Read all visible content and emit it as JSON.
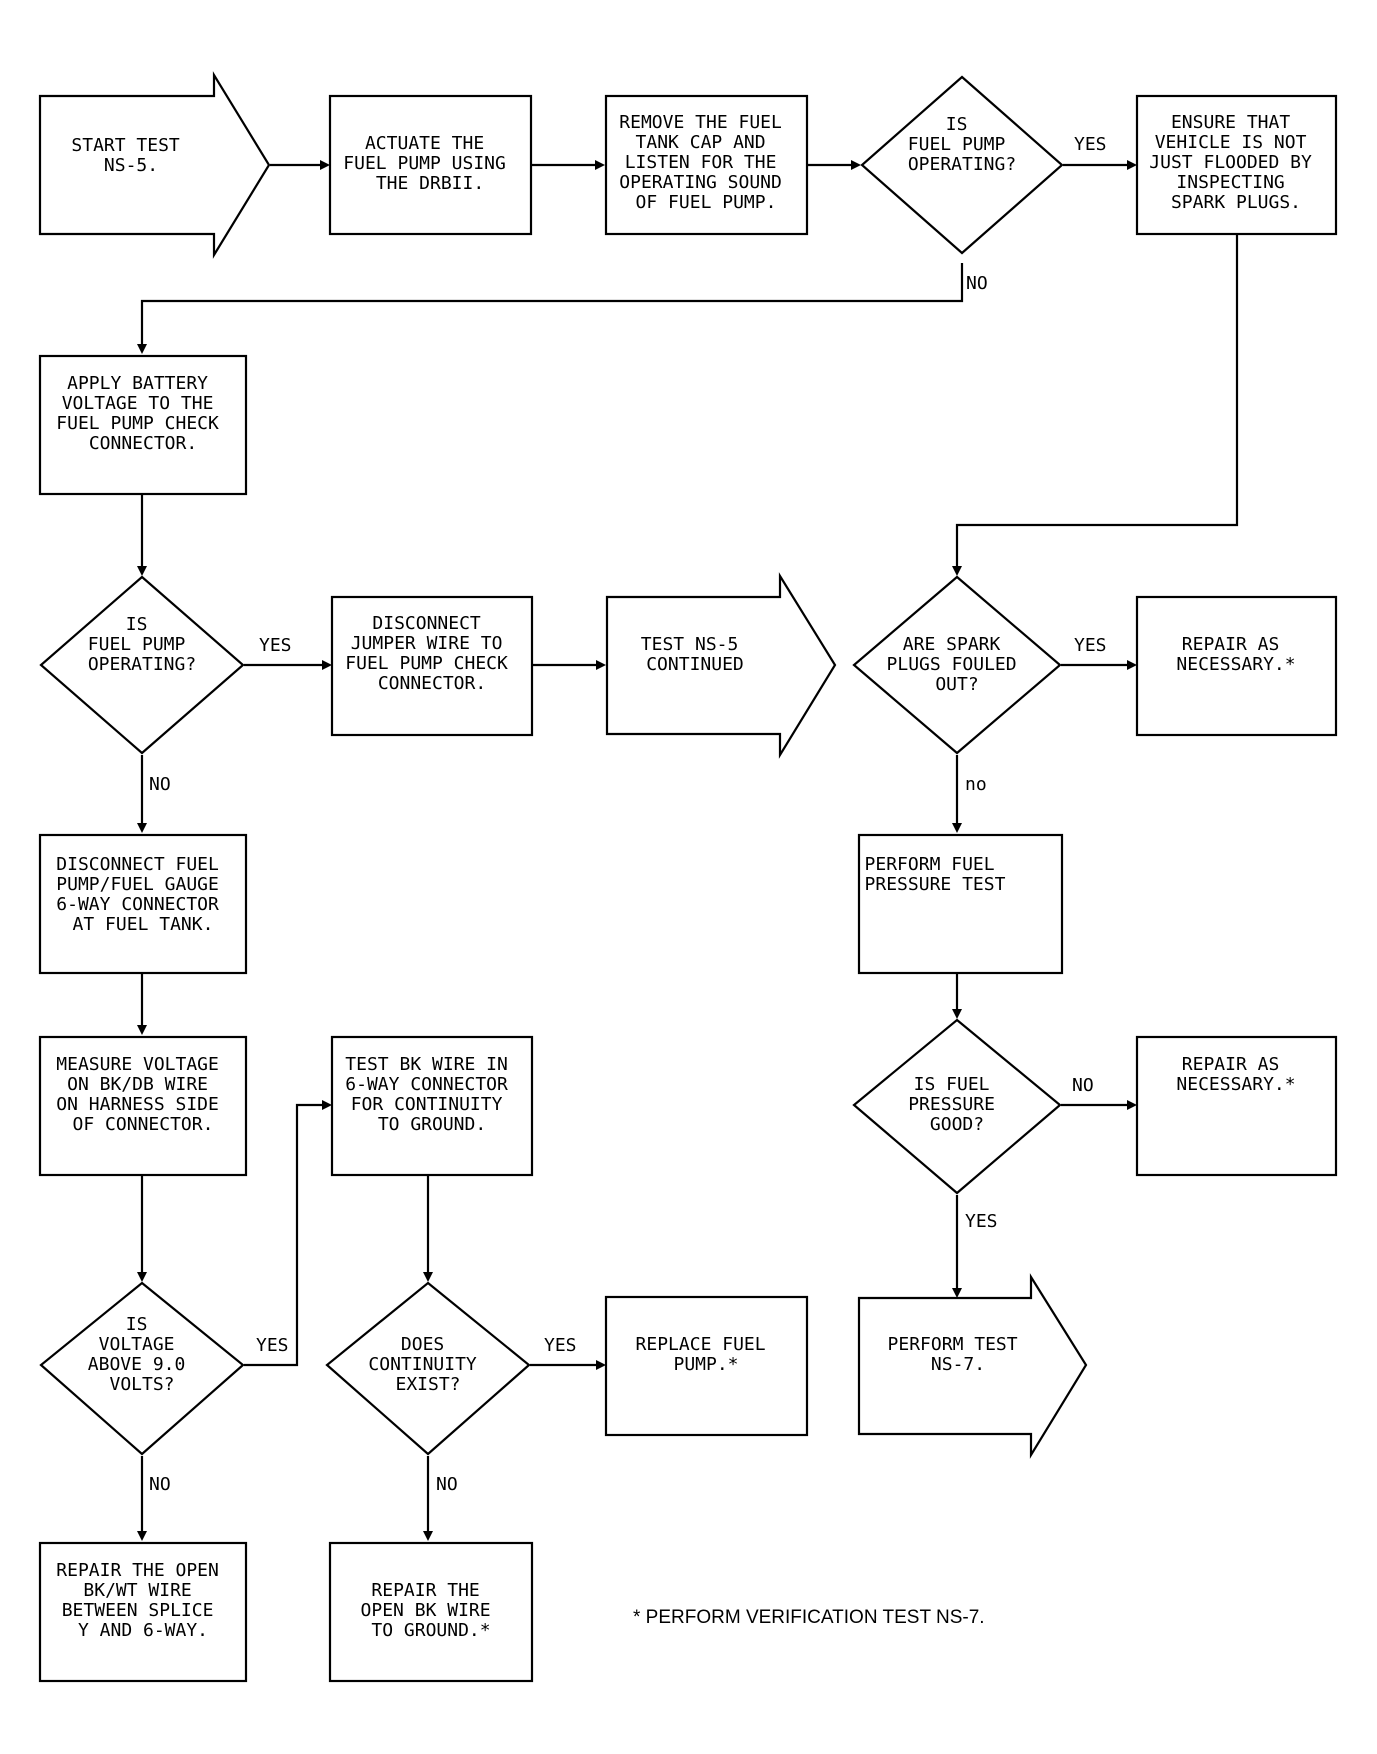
{
  "nodes": {
    "start": [
      "START TEST",
      "NS-5."
    ],
    "actuate": [
      "ACTUATE THE",
      "FUEL PUMP USING",
      "THE DRBII."
    ],
    "remove_cap": [
      "REMOVE THE FUEL",
      "TANK CAP AND",
      "LISTEN FOR THE",
      "OPERATING SOUND",
      "OF FUEL PUMP."
    ],
    "pump_operating_1": [
      "IS",
      "FUEL PUMP",
      "OPERATING?"
    ],
    "ensure_not_flooded": [
      "ENSURE THAT",
      "VEHICLE IS NOT",
      "JUST FLOODED BY",
      "INSPECTING",
      "SPARK PLUGS."
    ],
    "apply_battery": [
      "APPLY BATTERY",
      "VOLTAGE TO THE",
      "FUEL PUMP CHECK",
      "CONNECTOR."
    ],
    "pump_operating_2": [
      "IS",
      "FUEL PUMP",
      "OPERATING?"
    ],
    "disconnect_jumper": [
      "DISCONNECT",
      "JUMPER WIRE TO",
      "FUEL PUMP CHECK",
      "CONNECTOR."
    ],
    "continued": [
      "TEST NS-5",
      "CONTINUED"
    ],
    "spark_plugs_fouled": [
      "ARE SPARK",
      "PLUGS FOULED",
      "OUT?"
    ],
    "repair_1": [
      "REPAIR AS",
      "NECESSARY.*"
    ],
    "disconnect_gauge": [
      "DISCONNECT FUEL",
      "PUMP/FUEL GAUGE",
      "6-WAY CONNECTOR",
      "AT FUEL TANK."
    ],
    "fuel_pressure_test": [
      "PERFORM FUEL",
      "PRESSURE TEST"
    ],
    "fuel_pressure_good": [
      "IS FUEL",
      "PRESSURE",
      "GOOD?"
    ],
    "repair_2": [
      "REPAIR AS",
      "NECESSARY.*"
    ],
    "measure_voltage": [
      "MEASURE VOLTAGE",
      "ON BK/DB WIRE",
      "ON HARNESS SIDE",
      "OF CONNECTOR."
    ],
    "test_bk_wire": [
      "TEST BK WIRE IN",
      "6-WAY CONNECTOR",
      "FOR CONTINUITY",
      "TO GROUND."
    ],
    "voltage_above": [
      "IS",
      "VOLTAGE",
      "ABOVE 9.0",
      "VOLTS?"
    ],
    "continuity_exist": [
      "DOES",
      "CONTINUITY",
      "EXIST?"
    ],
    "replace_pump": [
      "REPLACE FUEL",
      "PUMP.*"
    ],
    "perform_ns7": [
      "PERFORM TEST",
      "NS-7."
    ],
    "repair_bkwt": [
      "REPAIR THE OPEN",
      "BK/WT WIRE",
      "BETWEEN SPLICE",
      "Y AND 6-WAY."
    ],
    "repair_bk_ground": [
      "REPAIR THE",
      "OPEN BK WIRE",
      "TO GROUND.*"
    ]
  },
  "branch_labels": {
    "pump1_yes": "YES",
    "pump1_no": "NO",
    "pump2_yes": "YES",
    "pump2_no": "NO",
    "spark_yes": "YES",
    "spark_no": "no",
    "pressure_no": "NO",
    "pressure_yes": "YES",
    "voltage_yes": "YES",
    "voltage_no": "NO",
    "continuity_yes": "YES",
    "continuity_no": "NO"
  },
  "footnote": "* PERFORM VERIFICATION TEST NS-7."
}
